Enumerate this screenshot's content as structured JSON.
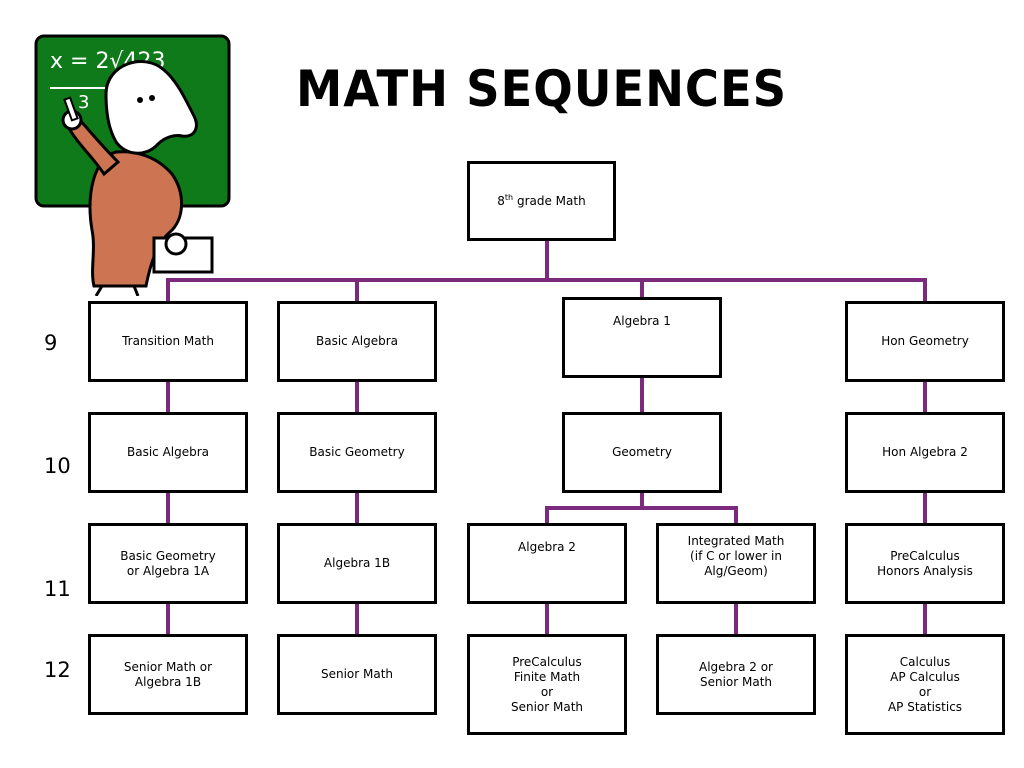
{
  "title": "MATH SEQUENCES",
  "colors": {
    "connector": "#7b2a7e",
    "chalkboard": "#0f7a1a",
    "shirt": "#cd7452"
  },
  "clipart": {
    "board_text": "x = 2√423",
    "board_small": "3"
  },
  "root": {
    "label": "8",
    "sup": "th",
    "rest": " grade Math"
  },
  "grades": [
    "9",
    "10",
    "11",
    "12"
  ],
  "boxes": {
    "c1_r1": "Transition Math",
    "c1_r2": "Basic Algebra",
    "c1_r3": "Basic Geometry\nor Algebra 1A",
    "c1_r4": "Senior Math or\nAlgebra 1B",
    "c2_r1": "Basic Algebra",
    "c2_r2": "Basic Geometry",
    "c2_r3": "Algebra 1B",
    "c2_r4": "Senior Math",
    "c3_r1": "Algebra 1",
    "c3_r2": "Geometry",
    "c3a_r3": "Algebra 2",
    "c3a_r4": "PreCalculus\nFinite Math\nor\nSenior Math",
    "c3b_r3": "Integrated Math\n(if C or lower in\nAlg/Geom)",
    "c3b_r4": "Algebra 2 or\nSenior Math",
    "c4_r1": "Hon Geometry",
    "c4_r2": "Hon Algebra 2",
    "c4_r3": "PreCalculus\nHonors Analysis",
    "c4_r4": "Calculus\nAP Calculus\nor\nAP Statistics"
  }
}
